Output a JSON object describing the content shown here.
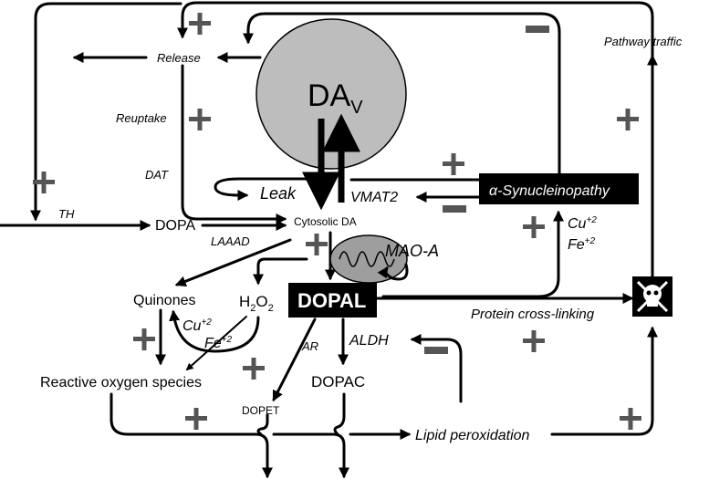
{
  "nodes": {
    "da_vesicle": {
      "main": "DA",
      "sub": "V"
    },
    "release": "Release",
    "reuptake": "Reuptake",
    "dat": "DAT",
    "th": "TH",
    "dopa": "DOPA",
    "laaad": "LAAAD",
    "cytosolic_da": "Cytosolic DA",
    "leak": "Leak",
    "vmat2": "VMAT2",
    "synucleinopathy": "α-Synucleinopathy",
    "mao_a": "MAO-A",
    "quinones": "Quinones",
    "h2o2": {
      "h": "H",
      "sub2": "2",
      "o": "O",
      "sub2b": "2"
    },
    "metals_left": {
      "cu": "Cu",
      "cu_sup": "+2",
      "fe": "Fe",
      "fe_sup": "+2"
    },
    "metals_right": {
      "cu": "Cu",
      "cu_sup": "+2",
      "fe": "Fe",
      "fe_sup": "+2"
    },
    "dopal": "DOPAL",
    "ar": "AR",
    "aldh": "ALDH",
    "dopac": "DOPAC",
    "dopet": "DOPET",
    "ros": "Reactive oxygen species",
    "lipid_peroxidation": "Lipid peroxidation",
    "protein_crosslinking": "Protein cross-linking",
    "pathway_traffic": "Pathway traffic"
  },
  "colors": {
    "vesicle_fill": "#bdbdbd",
    "mitochondrion_fill": "#9e9e9e",
    "box_fill": "#000000",
    "box_text": "#ffffff",
    "sign": "#555555"
  },
  "icons": {
    "death": "skull-crossbones-icon"
  }
}
